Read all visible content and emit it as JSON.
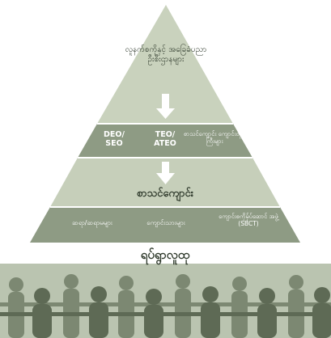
{
  "diagram": {
    "apex_text": "လူနက်စကိုနှင့် အခြေခံပညာဦးစီးဌာနများ",
    "tier2": {
      "left_label": "DEO/ SEO",
      "center_label": "TEO/ ATEO",
      "right_label": "စာသင်ကျောင်း ကျောင်းတုပ်ကြီးများ"
    },
    "school_label": "စာသင်ကျောင်း",
    "tier4": {
      "left_label": "ဆရာ/ဆရာမများ",
      "center_label": "ကျောင်းသားများ",
      "right_label": "ကျောင်းစကိုမ်ုပ်ဆောင် အဖွဲ့ (SBCT)"
    },
    "community_label": "ရပ်ရွာလူထု",
    "colors": {
      "pyramid_light": "#c9d2bd",
      "pyramid_band": "#8e9b84",
      "pyramid_edge": "#a6b19a",
      "arrow": "#ffffff",
      "text": "#2f3a2c",
      "people_dark": "#5e6a55",
      "people_mid": "#7c8872",
      "community_bg": "#bac4b0"
    }
  }
}
